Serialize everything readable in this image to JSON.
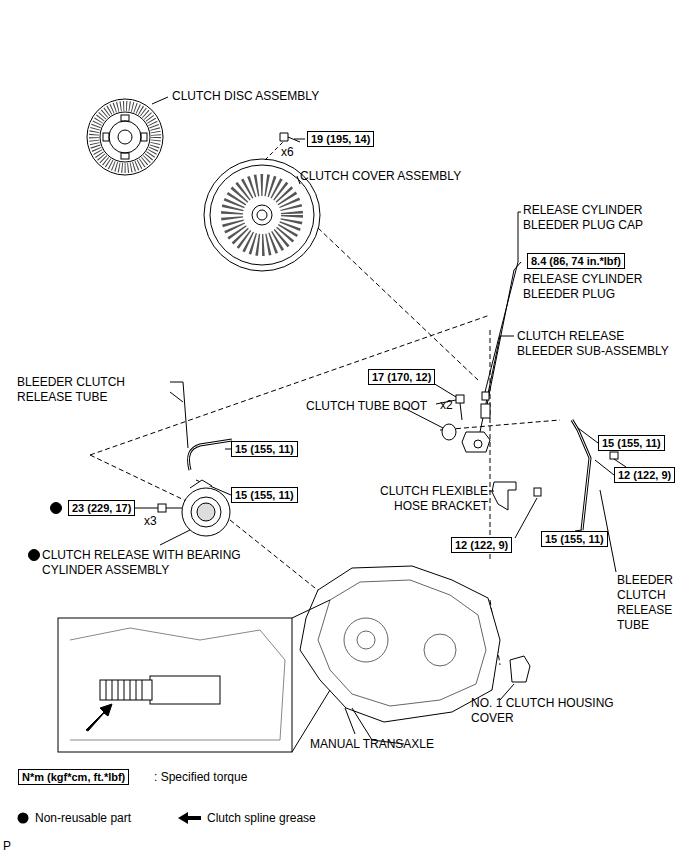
{
  "diagram": {
    "nodes": [
      {
        "text": [
          "19 (195, 14)"
        ]
      },
      {
        "text": [
          "8.4 (86, 74 in.*lbf)"
        ]
      },
      {
        "text": [
          "17 (170, 12)"
        ]
      },
      {
        "text": [
          "15 (155, 11)"
        ]
      },
      {
        "text": [
          "15 (155, 11)"
        ]
      },
      {
        "text": [
          "12 (122, 9)"
        ]
      },
      {
        "text": [
          "15 (155, 11)"
        ]
      },
      {
        "text": [
          "23 (229, 17)"
        ]
      },
      {
        "text": [
          "15 (155, 11)"
        ]
      },
      {
        "text": [
          "12 (122, 9)"
        ]
      },
      {
        "text": [
          "N*m (kgf*cm, ft.*lbf)"
        ]
      }
    ],
    "labels": [
      "CLUTCH DISC ASSEMBLY",
      "x6",
      "CLUTCH COVER ASSEMBLY",
      "RELEASE CYLINDER BLEEDER PLUG CAP",
      "RELEASE CYLINDER BLEEDER PLUG",
      "CLUTCH RELEASE BLEEDER SUB-ASSEMBLY",
      "BLEEDER CLUTCH RELEASE TUBE",
      "CLUTCH TUBE BOOT",
      "x2",
      "CLUTCH FLEXIBLE HOSE BRACKET",
      "x3",
      "CLUTCH RELEASE WITH BEARING CYLINDER ASSEMBLY",
      "BLEEDER CLUTCH RELEASE TUBE",
      "MANUAL TRANSAXLE",
      "NO. 1 CLUTCH HOUSING COVER",
      "P"
    ],
    "legend": [
      {
        "text": ": Specified torque"
      },
      {
        "text": "Non-reusable part"
      },
      {
        "text": "Clutch spline grease"
      }
    ]
  }
}
